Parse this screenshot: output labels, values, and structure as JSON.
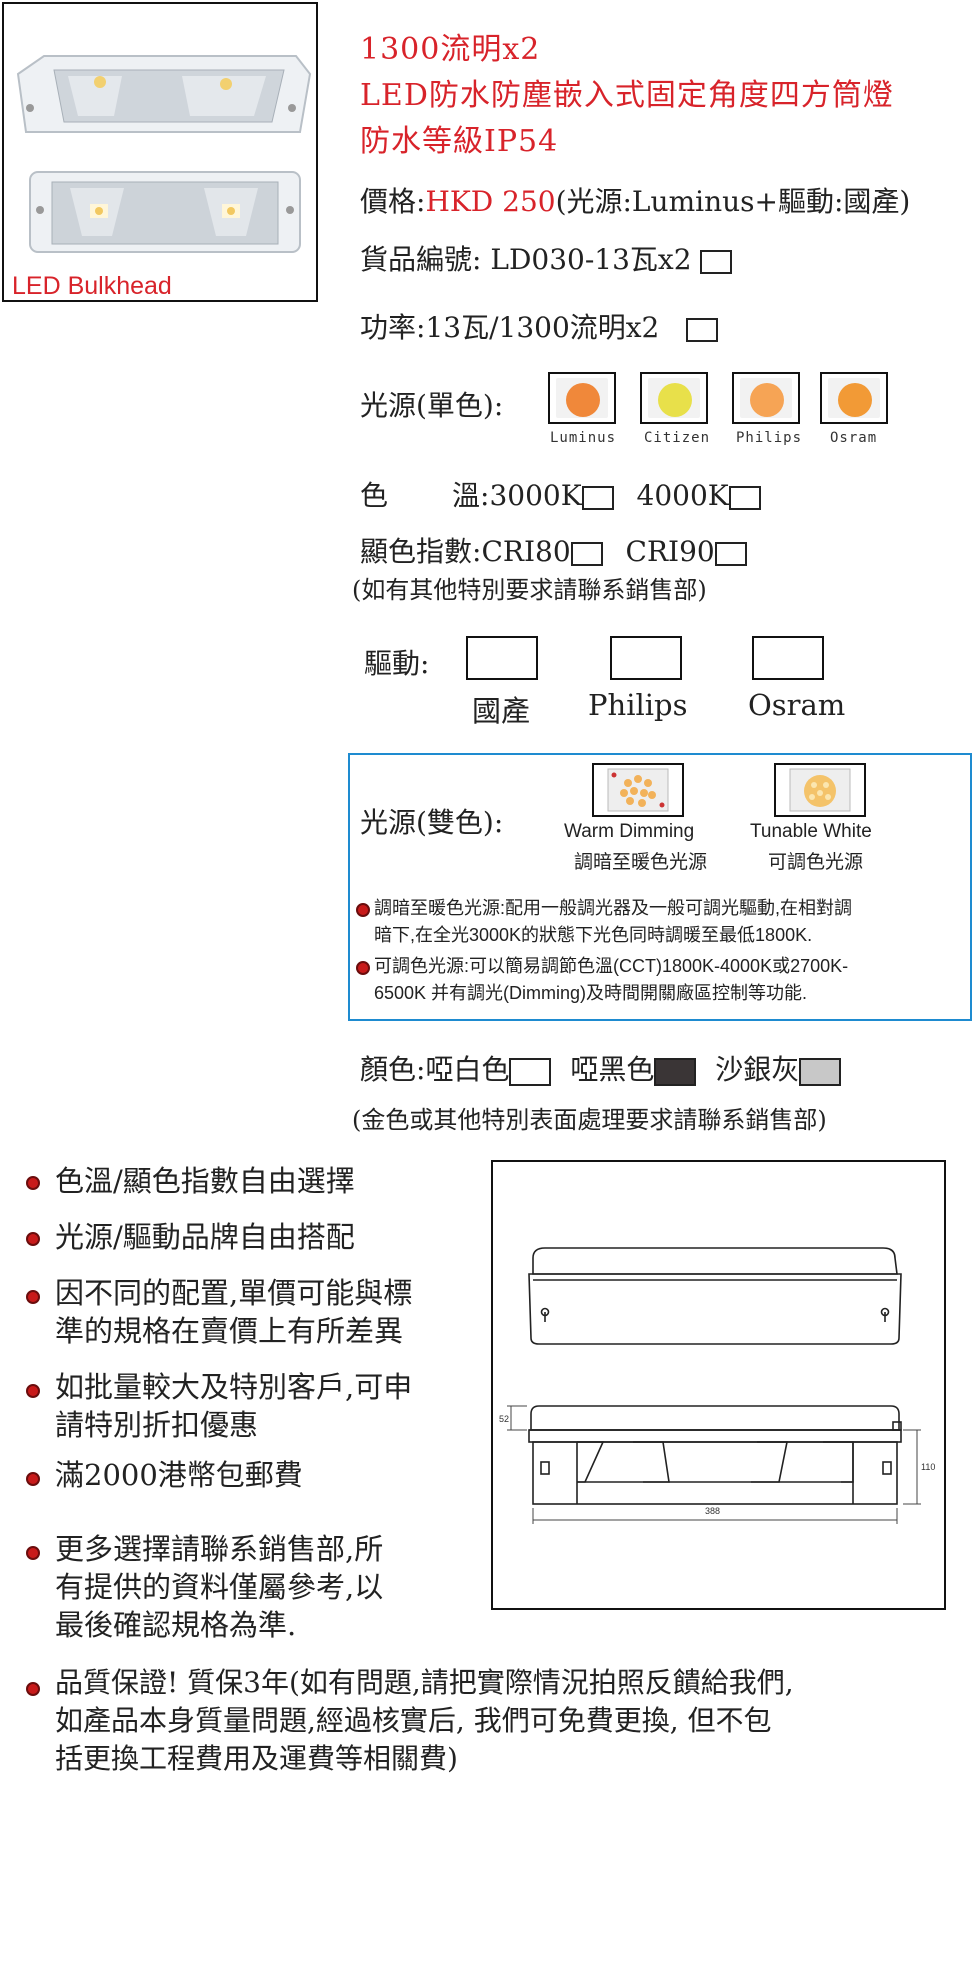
{
  "photo": {
    "caption": "LED Bulkhead"
  },
  "title": {
    "line1": "1300流明x2",
    "line2": "LED防水防塵嵌入式固定角度四方筒燈",
    "line3": "防水等級IP54"
  },
  "price": {
    "label": "價格:",
    "value": "HKD 250",
    "note": "(光源:Luminus+驅動:國產)"
  },
  "item_no": {
    "label": "貨品編號:",
    "value": "LD030-13瓦x2"
  },
  "power": {
    "label": "功率:",
    "value": "13瓦/1300流明x2"
  },
  "light_single": {
    "label": "光源(單色):",
    "brands": [
      {
        "name": "Luminus",
        "color": "#f0883a"
      },
      {
        "name": "Citizen",
        "color": "#e8e04a"
      },
      {
        "name": "Philips",
        "color": "#f6a455"
      },
      {
        "name": "Osram",
        "color": "#f29a36"
      }
    ]
  },
  "color_temp": {
    "label_a": "色",
    "label_b": "溫:",
    "opt1": "3000K",
    "opt2": "4000K"
  },
  "cri": {
    "label": "顯色指數:",
    "opt1": "CRI80",
    "opt2": "CRI90"
  },
  "special_note": "(如有其他特別要求請聯系銷售部)",
  "driver": {
    "label": "驅動:",
    "options": [
      "國產",
      "Philips",
      "Osram"
    ]
  },
  "light_dual": {
    "label": "光源(雙色):",
    "options": [
      {
        "en": "Warm Dimming",
        "zh": "調暗至暖色光源"
      },
      {
        "en": "Tunable White",
        "zh": "可調色光源"
      }
    ],
    "notes": [
      {
        "line1": "調暗至暖色光源:配用一般調光器及一般可調光驅動,在相對調",
        "line2": "暗下,在全光3000K的狀態下光色同時調暖至最低1800K."
      },
      {
        "line1": "可調色光源:可以簡易調節色溫(CCT)1800K-4000K或2700K-",
        "line2": "6500K 并有調光(Dimming)及時間開關廠區控制等功能."
      }
    ]
  },
  "finish": {
    "label": "顏色:",
    "options": [
      {
        "name": "啞白色",
        "color": "#ffffff"
      },
      {
        "name": "啞黑色",
        "color": "#3a3536"
      },
      {
        "name": "沙銀灰",
        "color": "#c8c8c8"
      }
    ],
    "note": "(金色或其他特別表面處理要求請聯系銷售部)"
  },
  "features": [
    {
      "lines": [
        "色溫/顯色指數自由選擇"
      ]
    },
    {
      "lines": [
        "光源/驅動品牌自由搭配"
      ]
    },
    {
      "lines": [
        "因不同的配置,單價可能與標",
        "準的規格在賣價上有所差異"
      ]
    },
    {
      "lines": [
        "如批量較大及特別客戶,可申",
        "請特別折扣優惠"
      ]
    },
    {
      "lines": [
        "滿2000港幣包郵費"
      ]
    },
    {
      "lines": [
        "更多選擇請聯系銷售部,所",
        "有提供的資料僅屬參考,以",
        "最後確認規格為準."
      ]
    }
  ],
  "warranty": {
    "lines": [
      "品質保證! 質保3年(如有問題,請把實際情況拍照反饋給我們,",
      "如產品本身質量問題,經過核實后, 我們可免費更換, 但不包",
      "括更換工程費用及運費等相關費)"
    ]
  },
  "drawing": {
    "dim_height": "52",
    "dim_depth": "110",
    "dim_length": "388"
  }
}
